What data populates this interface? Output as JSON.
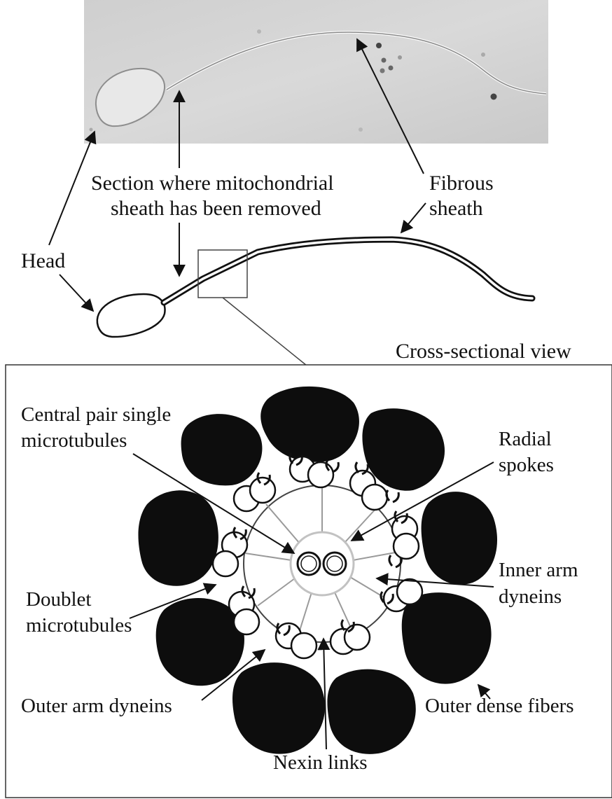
{
  "labels": {
    "section_line1": "Section where mitochondrial",
    "section_line2": "sheath has been removed",
    "fibrous_line1": "Fibrous",
    "fibrous_line2": "sheath",
    "head": "Head",
    "cross_section": "Cross-sectional view",
    "central_line1": "Central pair single",
    "central_line2": "microtubules",
    "radial_line1": "Radial",
    "radial_line2": "spokes",
    "inner_line1": "Inner arm",
    "inner_line2": "dyneins",
    "doublet_line1": "Doublet",
    "doublet_line2": "microtubules",
    "outer_arm": "Outer arm dyneins",
    "outer_fibers": "Outer dense fibers",
    "nexin": "Nexin links"
  },
  "colors": {
    "micrograph_bg": "#d2d2d2",
    "fiber": "#0d0d0d",
    "line": "#111111",
    "ring": "#bdbdbd"
  }
}
